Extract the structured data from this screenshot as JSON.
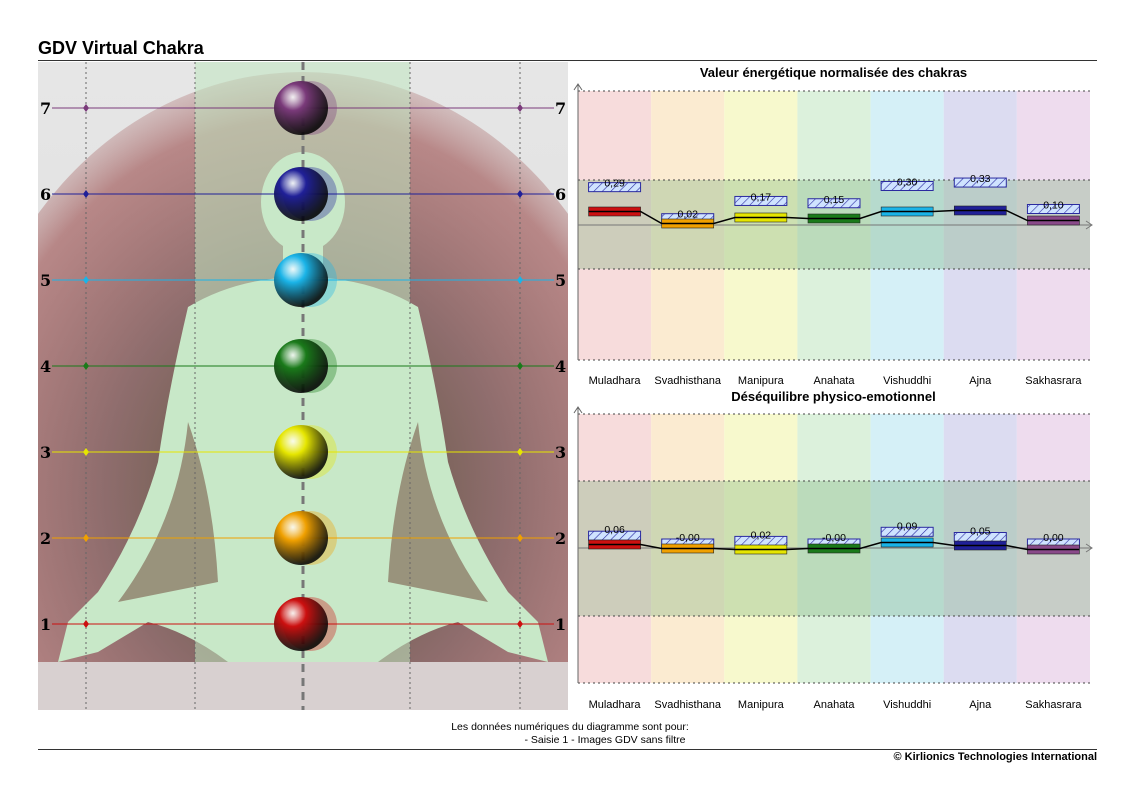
{
  "header": {
    "title": "GDV Virtual Chakra"
  },
  "figure": {
    "levels": [
      "1",
      "2",
      "3",
      "4",
      "5",
      "6",
      "7"
    ],
    "chakra_colors": [
      "#cc1010",
      "#f0a000",
      "#e6e600",
      "#1a7a1a",
      "#1ab4e8",
      "#202098",
      "#7a3a7a"
    ]
  },
  "chart_data": [
    {
      "type": "bar",
      "title": "Valeur énergétique normalisée des chakras",
      "categories": [
        "Muladhara",
        "Svadhisthana",
        "Manipura",
        "Anahata",
        "Vishuddhi",
        "Ajna",
        "Sakhasrara"
      ],
      "values": [
        0.29,
        0.02,
        0.17,
        0.15,
        0.3,
        0.33,
        0.1
      ],
      "labels": [
        "0,29",
        "0,02",
        "0,17",
        "0,15",
        "0,30",
        "0,33",
        "0,10"
      ],
      "colors": [
        "#cc1010",
        "#f0a000",
        "#e6e600",
        "#1a7a1a",
        "#1ab4e8",
        "#202098",
        "#8a4a8a"
      ]
    },
    {
      "type": "bar",
      "title": "Déséquilibre physico-emotionnel",
      "categories": [
        "Muladhara",
        "Svadhisthana",
        "Manipura",
        "Anahata",
        "Vishuddhi",
        "Ajna",
        "Sakhasrara"
      ],
      "values": [
        0.06,
        -0.0,
        0.02,
        -0.0,
        0.09,
        0.05,
        0.0
      ],
      "labels": [
        "0,06",
        "-0,00",
        "0,02",
        "-0,00",
        "0,09",
        "0,05",
        "0,00"
      ],
      "colors": [
        "#cc1010",
        "#f0a000",
        "#e6e600",
        "#1a7a1a",
        "#1ab4e8",
        "#202098",
        "#8a4a8a"
      ]
    }
  ],
  "footer": {
    "note_line1": "Les données numériques du diagramme sont pour:",
    "note_line2": "- Saisie 1 - Images GDV sans filtre",
    "copyright": "© Kirlionics Technologies International"
  }
}
